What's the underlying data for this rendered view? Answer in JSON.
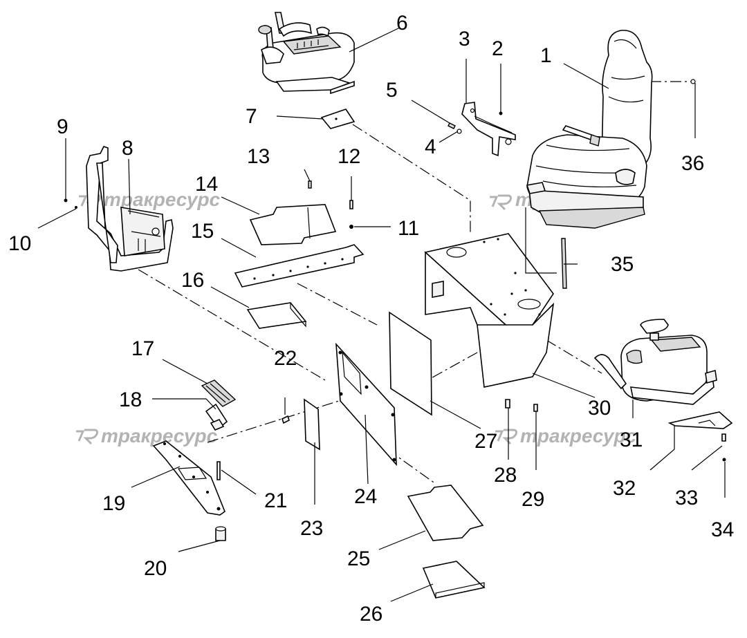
{
  "callouts": [
    {
      "id": "1",
      "text": "1"
    },
    {
      "id": "2",
      "text": "2"
    },
    {
      "id": "3",
      "text": "3"
    },
    {
      "id": "4",
      "text": "4"
    },
    {
      "id": "5",
      "text": "5"
    },
    {
      "id": "6",
      "text": "6"
    },
    {
      "id": "7",
      "text": "7"
    },
    {
      "id": "8",
      "text": "8"
    },
    {
      "id": "9",
      "text": "9"
    },
    {
      "id": "10",
      "text": "10"
    },
    {
      "id": "11",
      "text": "11"
    },
    {
      "id": "12",
      "text": "12"
    },
    {
      "id": "13",
      "text": "13"
    },
    {
      "id": "14",
      "text": "14"
    },
    {
      "id": "15",
      "text": "15"
    },
    {
      "id": "16",
      "text": "16"
    },
    {
      "id": "17",
      "text": "17"
    },
    {
      "id": "18",
      "text": "18"
    },
    {
      "id": "19",
      "text": "19"
    },
    {
      "id": "20",
      "text": "20"
    },
    {
      "id": "21",
      "text": "21"
    },
    {
      "id": "22",
      "text": "22"
    },
    {
      "id": "23",
      "text": "23"
    },
    {
      "id": "24",
      "text": "24"
    },
    {
      "id": "25",
      "text": "25"
    },
    {
      "id": "26",
      "text": "26"
    },
    {
      "id": "27",
      "text": "27"
    },
    {
      "id": "28",
      "text": "28"
    },
    {
      "id": "29",
      "text": "29"
    },
    {
      "id": "30",
      "text": "30"
    },
    {
      "id": "31",
      "text": "31"
    },
    {
      "id": "32",
      "text": "32"
    },
    {
      "id": "33",
      "text": "33"
    },
    {
      "id": "34",
      "text": "34"
    },
    {
      "id": "35",
      "text": "35"
    },
    {
      "id": "36",
      "text": "36"
    }
  ],
  "watermark": {
    "text": "тракресурс",
    "color": "#b3b3b3"
  }
}
